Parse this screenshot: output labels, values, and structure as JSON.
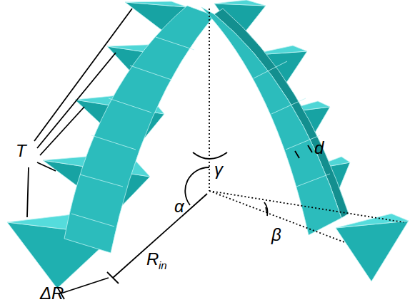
{
  "diagram": {
    "labels": [
      "T",
      "γ",
      "d",
      "α",
      "R",
      "in",
      "β",
      "ΔR"
    ]
  }
}
